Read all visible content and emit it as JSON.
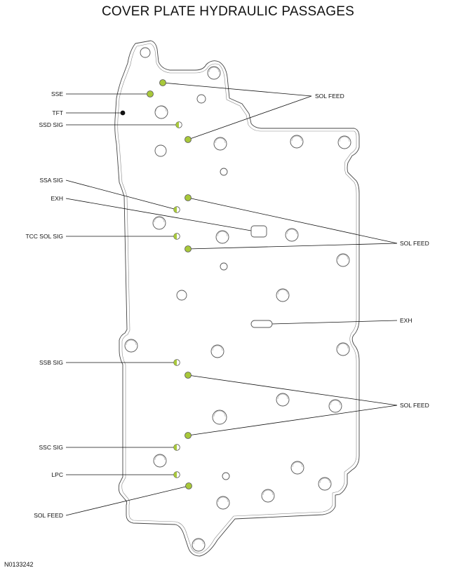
{
  "title": "COVER PLATE HYDRAULIC PASSAGES",
  "figure_id": "N0133242",
  "colors": {
    "port_fill": "#a8c83a",
    "port_stroke": "#555555",
    "outline": "#444444",
    "leader": "#111111",
    "tft_fill": "#111111"
  },
  "labels": {
    "sse": "SSE",
    "tft": "TFT",
    "ssd_sig": "SSD SIG",
    "ssa_sig": "SSA SIG",
    "exh_left": "EXH",
    "tcc_sol_sig": "TCC SOL SIG",
    "ssb_sig": "SSB SIG",
    "ssc_sig": "SSC SIG",
    "lpc": "LPC",
    "sol_feed_bottom": "SOL FEED",
    "sol_feed_1": "SOL FEED",
    "sol_feed_2": "SOL FEED",
    "exh_right": "EXH",
    "sol_feed_3": "SOL FEED"
  }
}
